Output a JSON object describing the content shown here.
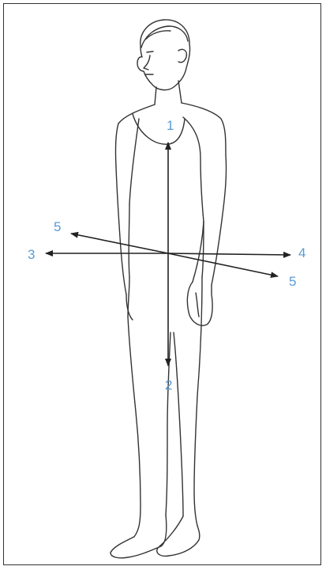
{
  "labels": {
    "superior": "1",
    "inferior": "2",
    "left": "3",
    "right": "4",
    "oblique_upper_left": "5",
    "oblique_lower_right": "5"
  },
  "colors": {
    "label": "#5b9bd5",
    "lines": "#222222",
    "frame": "#333333"
  }
}
